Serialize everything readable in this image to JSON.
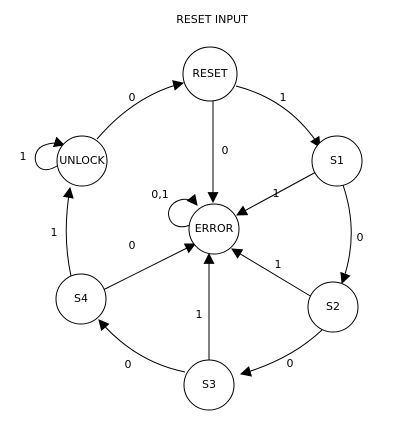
{
  "title": "RESET INPUT",
  "states": {
    "reset": "RESET",
    "s1": "S1",
    "s2": "S2",
    "s3": "S3",
    "s4": "S4",
    "unlock": "UNLOCK",
    "error": "ERROR"
  },
  "transitions": {
    "reset_to_s1": "1",
    "reset_to_error": "0",
    "s1_to_s2": "0",
    "s1_to_error": "1",
    "s2_to_s3": "0",
    "s2_to_error": "1",
    "s3_to_s4": "0",
    "s3_to_error": "1",
    "s4_to_unlock": "1",
    "s4_to_error": "0",
    "unlock_to_reset": "0",
    "unlock_self": "1",
    "error_self": "0,1"
  }
}
